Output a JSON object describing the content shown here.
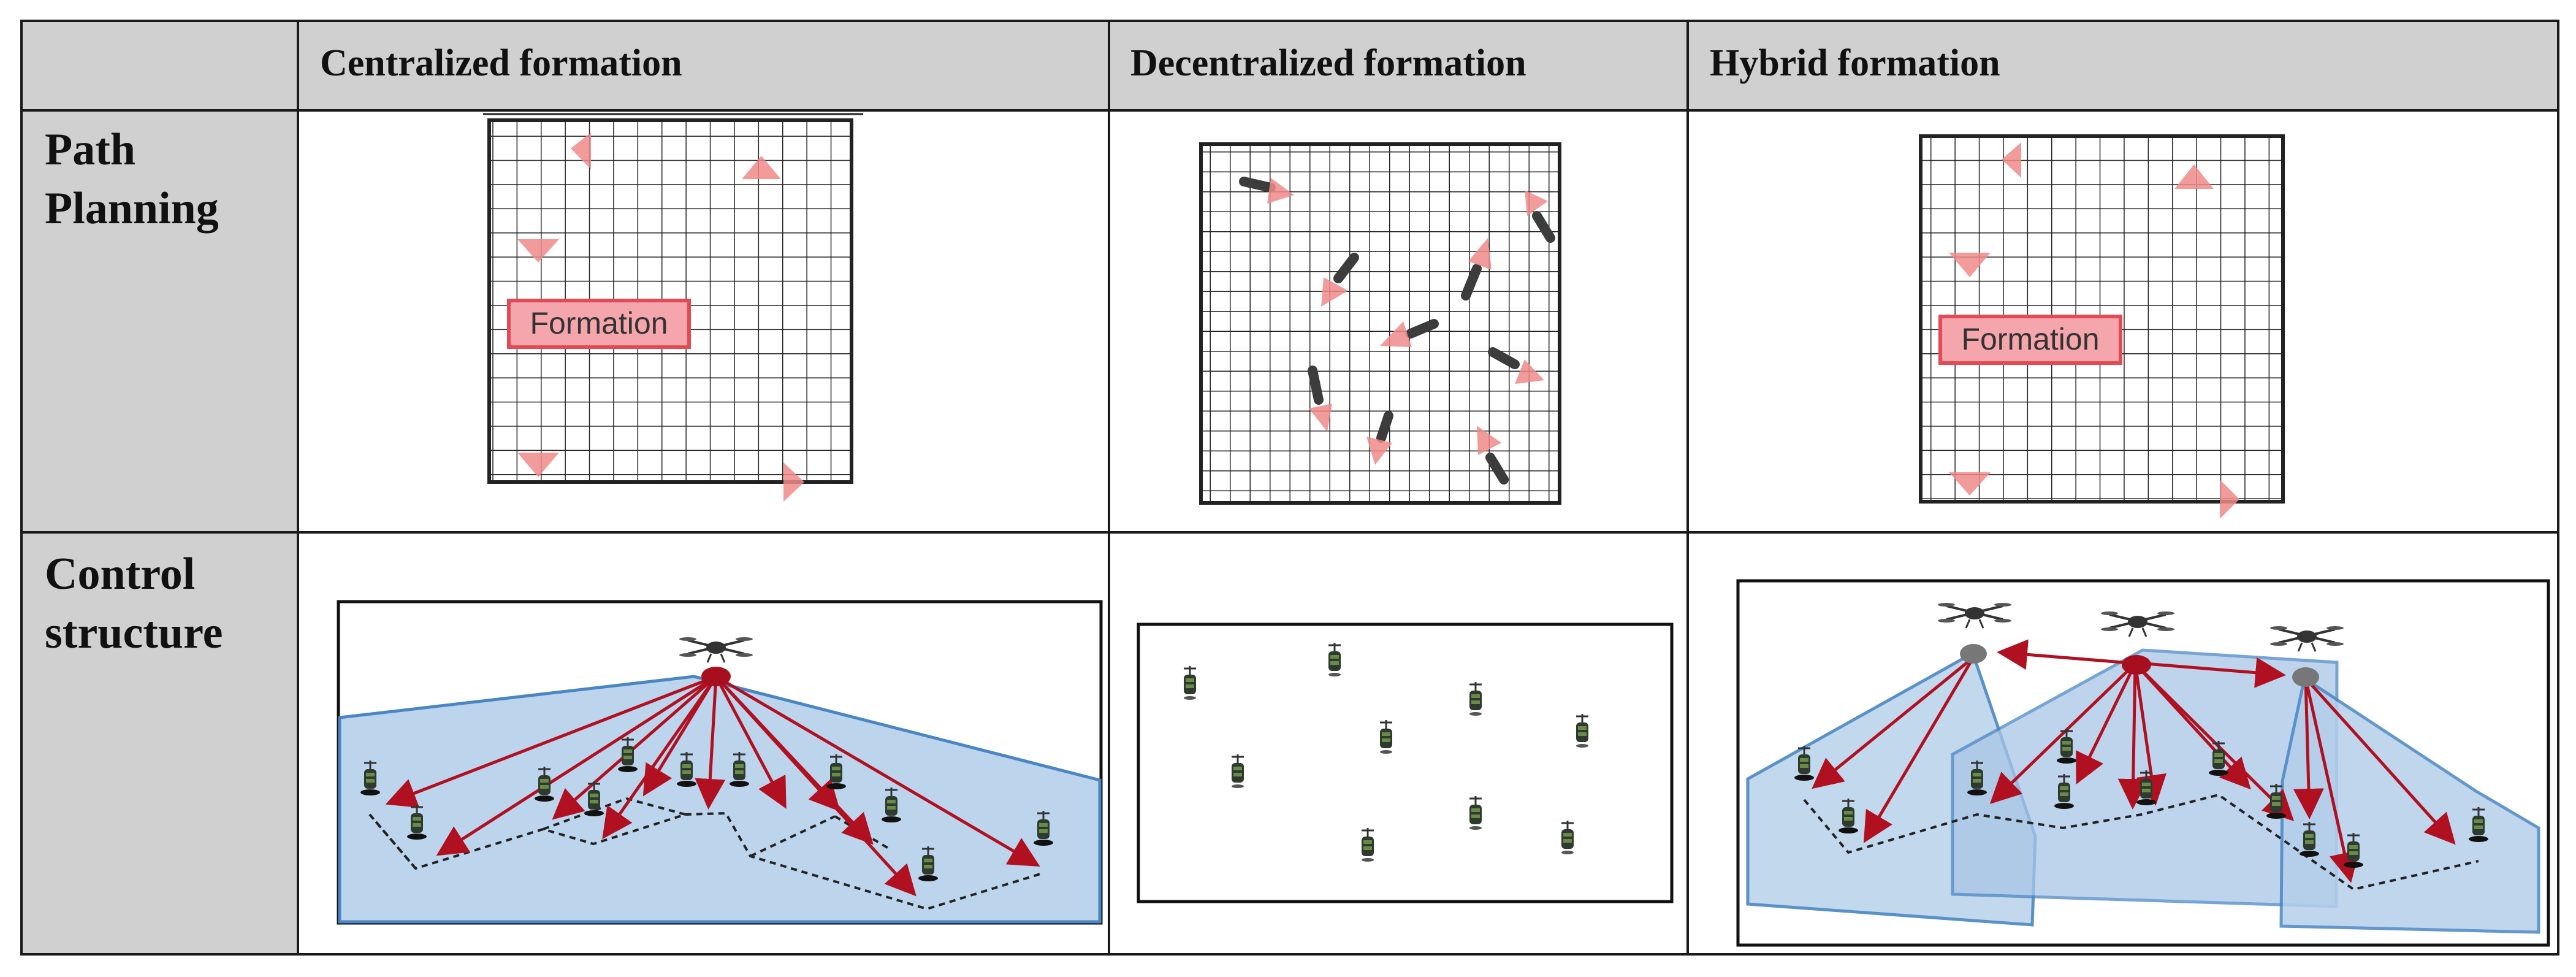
{
  "table": {
    "columns": [
      "",
      "Centralized formation",
      "Decentralized formation",
      "Hybrid formation"
    ],
    "rows": [
      {
        "label_lines": [
          "Path",
          "Planning"
        ]
      },
      {
        "label_lines": [
          "Control",
          "structure"
        ]
      }
    ]
  },
  "panels": {
    "centralized_path": {
      "box_label": "Formation"
    },
    "hybrid_path": {
      "box_label": "Formation"
    }
  },
  "colors": {
    "header_fill": "#d0d0d0",
    "triangle": "#f08a8a",
    "formation_box": "#e24b55",
    "region_fill": "#bcd4ec",
    "region_stroke": "#4a86c4",
    "link_red": "#b01020",
    "leader_node": "#a80f1e"
  },
  "icons": [
    "drone-icon",
    "ground-robot-icon",
    "heading-arrow-icon"
  ]
}
